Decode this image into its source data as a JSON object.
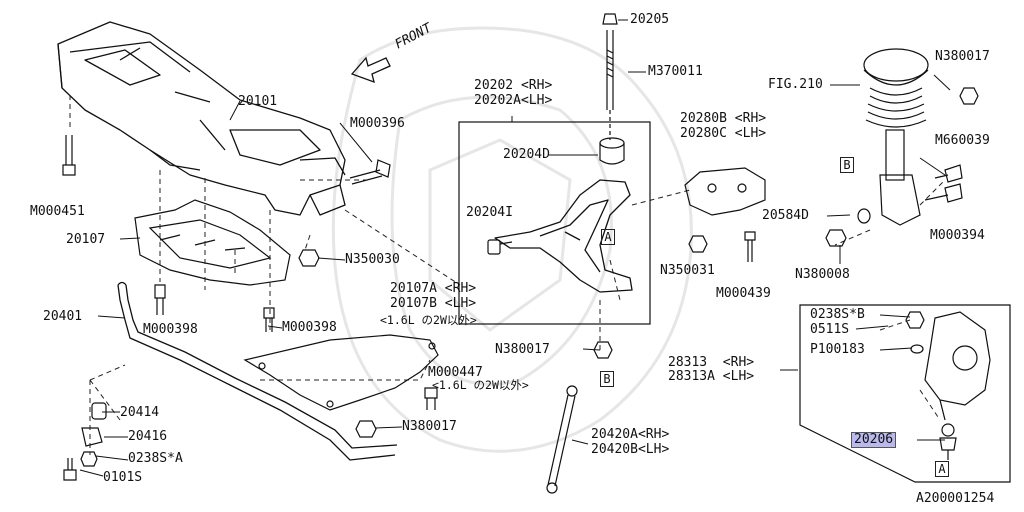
{
  "front_label": "FRONT",
  "parts": {
    "p20205": "20205",
    "m370011": "M370011",
    "p20202_rh": "20202 <RH>",
    "p20202a_lh": "20202A<LH>",
    "p20204d": "20204D",
    "p20204i": "20204I",
    "p20101": "20101",
    "m000396": "M000396",
    "m000451": "M000451",
    "p20107": "20107",
    "n350030": "N350030",
    "p20280b_rh": "20280B <RH>",
    "p20280c_lh": "20280C <LH>",
    "n350031": "N350031",
    "m000439": "M000439",
    "fig210": "FIG.210",
    "n380017_top": "N380017",
    "m660039": "M660039",
    "p20584d": "20584D",
    "m000394": "M000394",
    "n380008": "N380008",
    "p20401": "20401",
    "m000398_a": "M000398",
    "m000398_b": "M000398",
    "p20107a_rh": "20107A <RH>",
    "p20107b_lh": "20107B <LH>",
    "note_16l_a": "<1.6L の2W以外>",
    "n380017_mid": "N380017",
    "m000447": "M000447",
    "note_16l_b": "<1.6L の2W以外>",
    "p0238s_b": "0238S*B",
    "p0511s": "0511S",
    "p100183": "P100183",
    "p28313_rh": "28313  <RH>",
    "p28313a_lh": "28313A <LH>",
    "p20206": "20206",
    "p20414": "20414",
    "p20416": "20416",
    "p0238s_a": "0238S*A",
    "p0101s": "0101S",
    "n380017_low": "N380017",
    "p20420a_rh": "20420A<RH>",
    "p20420b_lh": "20420B<LH>",
    "diagram_id": "A200001254"
  },
  "callouts": {
    "a_arm": "A",
    "b_strut": "B",
    "b_link": "B",
    "a_knuckle": "A"
  },
  "highlight_color": "#b9b9ee"
}
